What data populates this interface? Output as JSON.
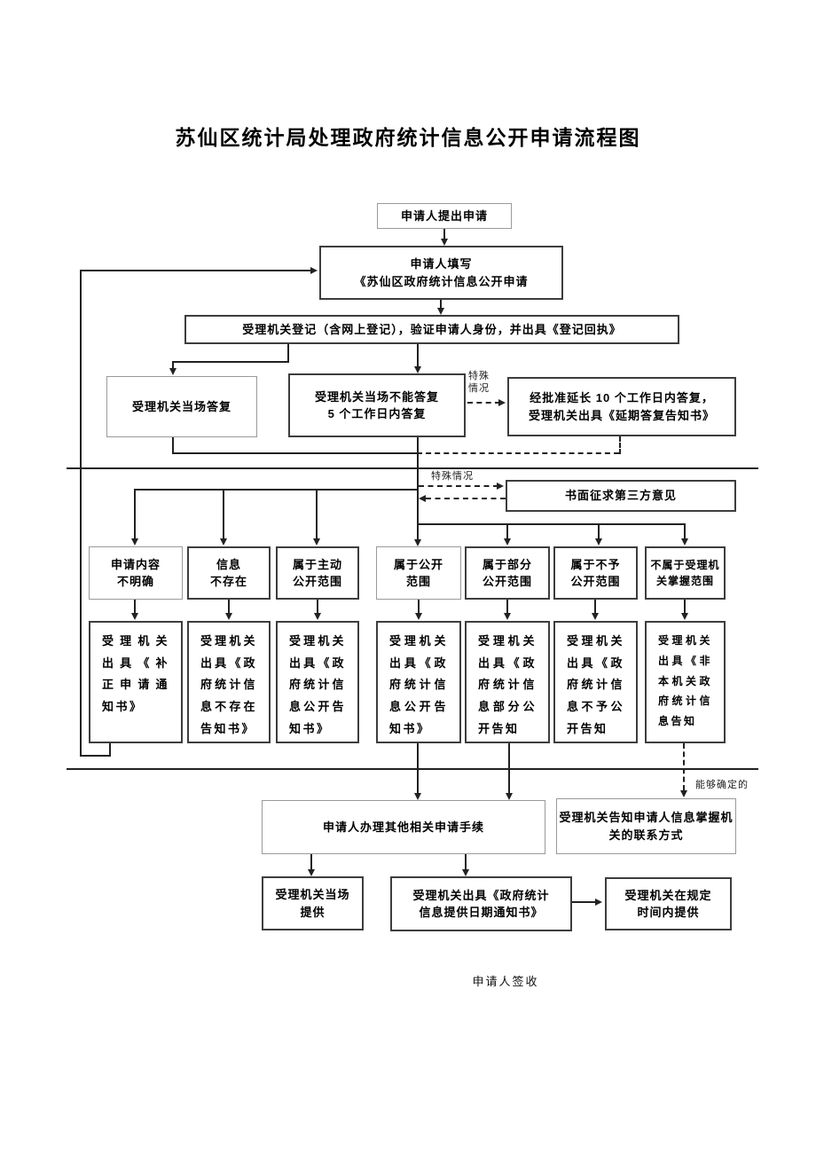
{
  "page": {
    "title": "苏仙区统计局处理政府统计信息公开申请流程图"
  },
  "nodes": {
    "apply": "申请人提出申请",
    "fill": "申请人填写\n《苏仙区政府统计信息公开申请",
    "register": "受理机关登记（含网上登记），验证申请人身份，并出具《登记回执》",
    "onspot_reply": "受理机关当场答复",
    "five_day_reply": "受理机关当场不能答复\n5 个工作日内答复",
    "extended_reply": "经批准延长 10 个工作日内答复，\n受理机关出具《延期答复告知书》",
    "third_party": "书面征求第三方意见",
    "cond_unclear": "申请内容\n不明确",
    "cond_not_exist": "信息\n不存在",
    "cond_proactive": "属于主动\n公开范围",
    "cond_public": "属于公开\n范围",
    "cond_partial": "属于部分\n公开范围",
    "cond_no_disclosure": "属于不予\n公开范围",
    "cond_not_held": "不属于受理机\n关掌握范围",
    "res_correction": "受理机关出具《补正申请通知书》",
    "res_not_exist": "受理机关出具《政府统计信息不存在告知书》",
    "res_proactive": "受理机关出具《政府统计信息公开告知书》",
    "res_public": "受理机关出具《政府统计信息公开告知书》",
    "res_partial": "受理机关出具《政府统计信息部分公开告知",
    "res_no_disclosure": "受理机关出具《政府统计信息不予公开告知",
    "res_not_held": "受理机关出具《非本机关政府统计信息告知",
    "other_procedures": "申请人办理其他相关申请手续",
    "inform_contact": "受理机关告知申请人信息掌握机关的联系方式",
    "provide_onspot": "受理机关当场\n提供",
    "notify_date": "受理机关出具《政府统计\n信息提供日期通知书》",
    "provide_scheduled": "受理机关在规定\n时间内提供",
    "sign": "申请人签收"
  },
  "labels": {
    "special_case_vertical": "特殊\n情况",
    "special_case": "特殊情况",
    "confirmable": "能够确定的"
  },
  "colors": {
    "line": "#222222",
    "border_dark": "#3d3d3d",
    "border_light": "#9a9a9a",
    "background": "#ffffff"
  }
}
